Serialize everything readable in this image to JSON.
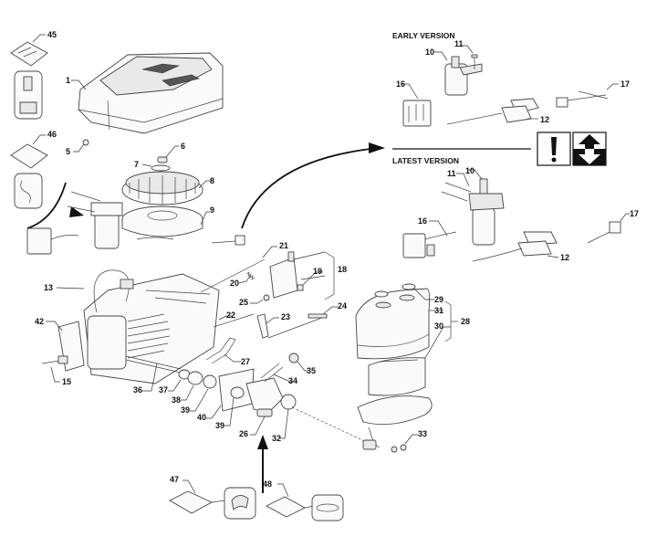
{
  "diagram": {
    "title": "Engine exploded parts view",
    "sections": {
      "early_version": "EARLY VERSION",
      "latest_version": "LATEST VERSION"
    },
    "notice_icons": [
      "warning-exclamation-icon",
      "replacement-up-down-arrows-icon"
    ],
    "part_labels": {
      "p1": "1",
      "p5": "5",
      "p6": "6",
      "p7": "7",
      "p8": "8",
      "p9": "9",
      "p10a": "10",
      "p11a": "11",
      "p12a": "12",
      "p16a": "16",
      "p17a": "17",
      "p10b": "10",
      "p11b": "11",
      "p12b": "12",
      "p16b": "16",
      "p17b": "17",
      "p13": "13",
      "p15": "15",
      "p18": "18",
      "p19": "19",
      "p20": "20",
      "p21": "21",
      "p22": "22",
      "p23": "23",
      "p24": "24",
      "p25": "25",
      "p26": "26",
      "p27": "27",
      "p28": "28",
      "p29": "29",
      "p30": "30",
      "p31": "31",
      "p32": "32",
      "p33": "33",
      "p34": "34",
      "p35": "35",
      "p36": "36",
      "p37": "37",
      "p38": "38",
      "p39a": "39",
      "p39b": "39",
      "p40": "40",
      "p42": "42",
      "p45": "45",
      "p46": "46",
      "p47": "47",
      "p48": "48"
    }
  }
}
